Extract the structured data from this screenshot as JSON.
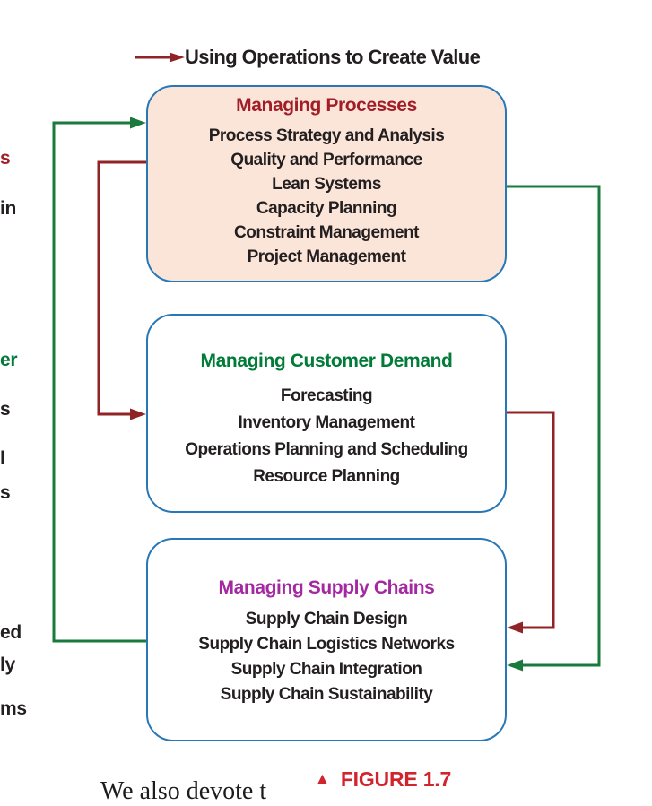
{
  "figure": {
    "header": {
      "label": "Using Operations to Create Value"
    },
    "boxes": [
      {
        "title": "Managing Processes",
        "title_color": "#A11E28",
        "fill": "#FBE5D8",
        "items": [
          "Process Strategy and Analysis",
          "Quality and Performance",
          "Lean Systems",
          "Capacity Planning",
          "Constraint Management",
          "Project Management"
        ]
      },
      {
        "title": "Managing Customer Demand",
        "title_color": "#007B38",
        "fill": "#FFFFFF",
        "items": [
          "Forecasting",
          "Inventory Management",
          "Operations Planning and Scheduling",
          "Resource Planning"
        ]
      },
      {
        "title": "Managing Supply Chains",
        "title_color": "#A328A2",
        "fill": "#FFFFFF",
        "items": [
          "Supply Chain Design",
          "Supply Chain Logistics Networks",
          "Supply Chain Integration",
          "Supply Chain Sustainability"
        ]
      }
    ],
    "caption": {
      "marker": "▲",
      "label": "FIGURE 1.7",
      "color": "#D2242C"
    }
  },
  "left_column_fragments": [
    {
      "text": "s",
      "color": "#A11E28"
    },
    {
      "text": "in",
      "color": "#231F20"
    },
    {
      "text": "er",
      "color": "#007B38"
    },
    {
      "text": "s",
      "color": "#231F20"
    },
    {
      "text": "l",
      "color": "#231F20"
    },
    {
      "text": "s",
      "color": "#231F20"
    },
    {
      "text": "ed",
      "color": "#231F20"
    },
    {
      "text": "ly",
      "color": "#231F20"
    },
    {
      "text": "ms",
      "color": "#231F20"
    }
  ],
  "bottom_text": {
    "partial": "We also devote t"
  },
  "colors": {
    "box_border": "#2878B8",
    "box1_fill": "#FBE5D8",
    "arrow_red": "#8F2326",
    "arrow_green": "#1A7A3C",
    "caption_red": "#D2242C",
    "text_black": "#231F20"
  }
}
